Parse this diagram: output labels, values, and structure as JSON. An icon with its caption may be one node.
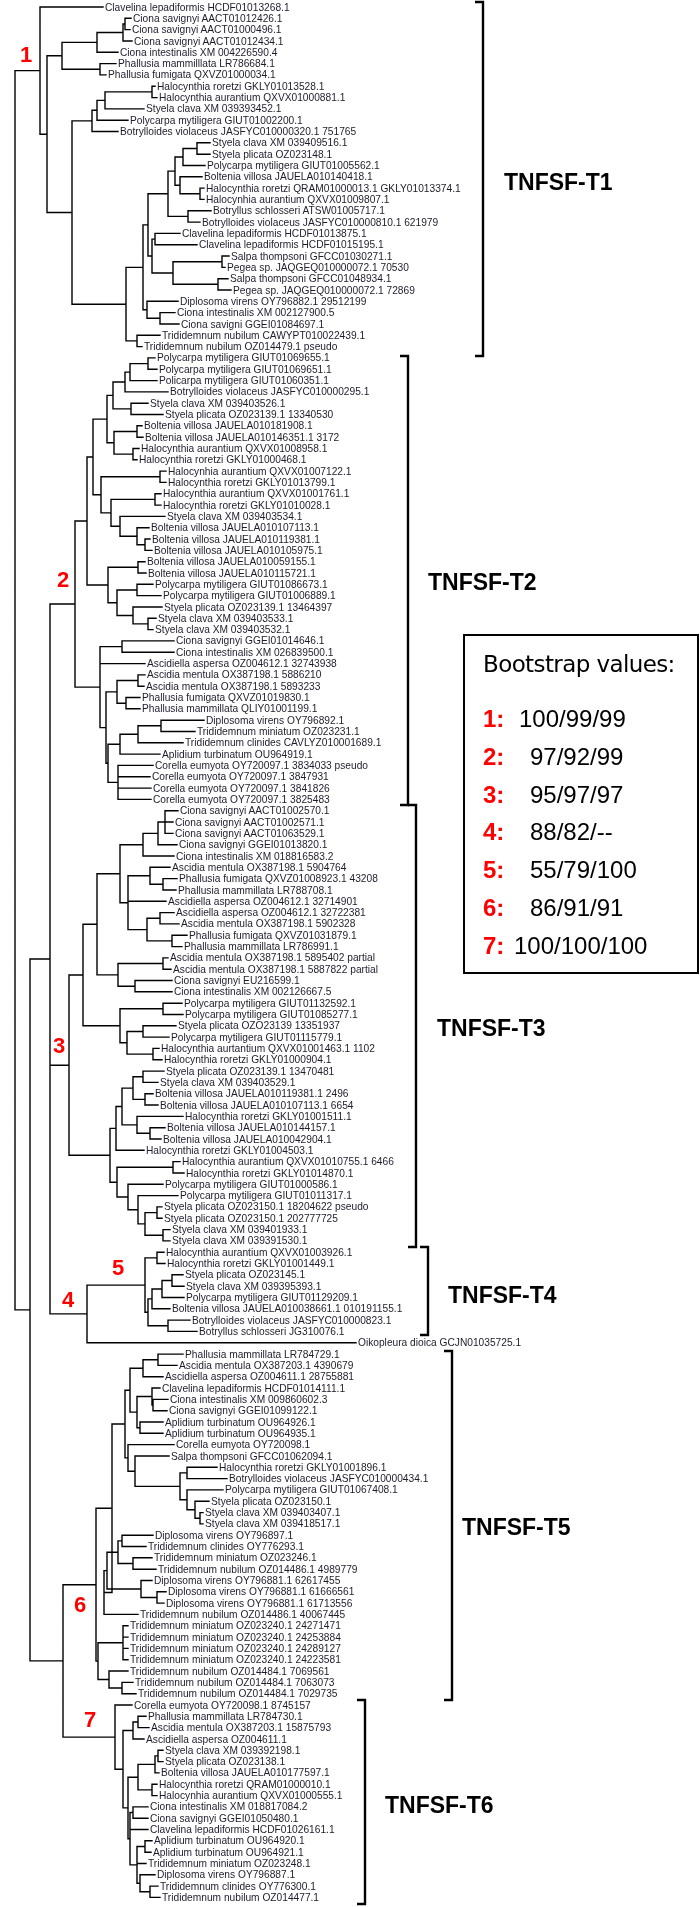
{
  "diagram": {
    "nodes": [
      {
        "text": [
          "Bootstrap values:",
          "1:",
          "100/99/99",
          "2:",
          "97/92/99",
          "3:",
          "95/97/97",
          "4:",
          "88/82/--",
          "5:",
          "55/79/100",
          "6:",
          "86/91/91",
          "7:",
          "100/100/100"
        ]
      }
    ],
    "labels": [
      "Clavelina lepadiformis HCDF01013268.1",
      "Ciona savignyi AACT01012426.1",
      "Ciona savignyi AACT01000496.1",
      "Ciona savignyi AACT01012434.1",
      "Ciona intestinalis XM 004226590.4",
      "Phallusia mammilllata LR786684.1",
      "Phallusia fumigata QXVZ01000034.1",
      "Halocynthia roretzi GKLY01013528.1",
      "Halocynthia aurantium QXVX01000881.1",
      "Styela clava XM 039393452.1",
      "Polycarpa mytiligera GIUT01002200.1",
      "Botrylloides violaceus JASFYC010000320.1 751765",
      "Styela clava XM 039409516.1",
      "Styela plicata OZ023148.1",
      "Polycarpa mytiligera GIUT01005562.1",
      "Boltenia villosa JAUELA010140418.1",
      "Halocynthia roretzi QRAM01000013.1 GKLY01013374.1",
      "Halocynhia aurantium QXVX01009807.1",
      "Botryllus schlosseri ATSW01005717.1",
      "Botrylloides violaceus JASFYC010000810.1 621979",
      "Clavelina lepadiformis HCDF01013875.1",
      "Clavelina lepadiformis HCDF01015195.1",
      "Salpa thompsoni GFCC01030271.1",
      "Pegea sp. JAQGEQ010000072.1 70530",
      "Salpa thompsoni GFCC01048934.1",
      "Pegea sp. JAQGEQ010000072.1 72869",
      "Diplosoma virens OY796882.1 29512199",
      "Ciona intestinalis XM 002127900.5",
      "Ciona savigni GGEI01084697.1",
      "Trididemnum nubilum CAWYPT010022439.1",
      "Trididemnum nubilum OZ014479.1 pseudo",
      "Polycarpa mytiligera GIUT01069655.1",
      "Polycarpa mytiligera GIUT01069651.1",
      "Policarpa mytiligera GIUT01060351.1",
      "Botrylloides violaceus JASFYC010000295.1",
      "Styela clava XM 039403526.1",
      "Styela plicata OZ023139.1 13340530",
      "Boltenia villosa JAUELA010181908.1",
      "Boltenia villosa JAUELA010146351.1 3172",
      "Halocynthia aurantium QXVX01008958.1",
      "Halocynthia roretzi GKLY01000468.1",
      "Halocynhia aurantium QXVX01007122.1",
      "Halocynthia roretzi GKLY01013799.1",
      "Halocynthia aurantium QXVX01001761.1",
      "Halocynthia roretzi GKLY01010028.1",
      "Styela clava XM 039403534.1",
      "Boltenia villosa JAUELA010107113.1",
      "Boltenia villosa JAUELA010119381.1",
      "Boltenia villosa JAUELA010105975.1",
      "Boltenia villosa JAUELA010059155.1",
      "Boltenia villosa JAUELA010115721.1",
      "Polycarpa mytiligera GIUT01086673.1",
      "Polycarpa mytiligera GIUT01006889.1",
      "Styela plicata OZ023139.1 13464397",
      "Styela clava XM 039403533.1",
      "Styela clava XM 039403532.1",
      "Ciona savignyi GGEI01014646.1",
      "Ciona intestinalis XM 026839500.1",
      "Ascidiella aspersa OZ004612.1 32743938",
      "Ascidia mentula OX387198.1 5886210",
      "Ascidia mentula OX387198.1 5893233",
      "Phallusia fumigata QXVZ01019830.1",
      "Phallusia mammillata QLIY01001199.1",
      "Diplosoma virens OY796892.1",
      "Trididemnum miniatum OZ023231.1",
      "Trididemnum clinides CAVLYZ010001689.1",
      "Aplidium turbinatum OU964919.1",
      "Corella eumyota OY720097.1 3834033 pseudo",
      "Corella eumyota OY720097.1 3847931",
      "Corella eumyota OY720097.1 3841826",
      "Corella eumyota OY720097.1 3825483",
      "Ciona savignyi AACT01002570.1",
      "Ciona savignyi AACT01002571.1",
      "Ciona savignyi AACT01063529.1",
      "Ciona savignyi GGEI01013820.1",
      "Ciona intestinalis XM 018816583.2",
      "Ascidia mentula OX387198.1 5904764",
      "Phallusia fumigata QXVZ01008923.1 43208",
      "Phallusia mammillata LR788708.1",
      "Ascidiella aspersa OZ004612.1 32714901",
      "Ascidiella aspersa OZ004612.1 32722381",
      "Ascidia mentula OX387198.1 5902328",
      "Phallusia fumigata QXVZ01031879.1",
      "Phallusia mammillata LR786991.1",
      "Ascidia mentula OX387198.1 5895402 partial",
      "Ascidia mentula OX387198.1 5887822 partial",
      "Ciona savignyi EU216599.1",
      "Ciona intestinalis XM 002126667.5",
      "Polycarpa mytiligera GIUT01132592.1",
      "Polycarpa mytiligera GIUT01085277.1",
      "Styela plicata OZO23139 13351937",
      "Polycarpa mytiligera GIUT01115779.1",
      "Halocynthia aurtantium QXVX01001463.1 1102",
      "Halocynthia roretzi GKLY01000904.1",
      "Styela plicata OZ023139.1 13470481",
      "Styela clava XM 039403529.1",
      "Boltenia villosa JAUELA010119381.1 2496",
      "Boltenia villosa JAUELA010107113.1 6654",
      "Halocynthia roretzi GKLY01001511.1",
      "Boltenia villosa JAUELA010144157.1",
      "Boltenia villosa JAUELA010042904.1",
      "Halocynthia roretzi GKLY01004503.1",
      "Halocynthia aurantium QXVX01010755.1 6466",
      "Halocynthia roretzi GKLY01014870.1",
      "Polycarpa mytiligera GIUT01000586.1",
      "Polycarpa mytiligera GIUT01011317.1",
      "Styela plicata OZ023150.1 18204622 pseudo",
      "Styela plicata OZ023150.1 202777725",
      "Styela clava XM 039401933.1",
      "Styela clava XM 039391530.1",
      "Halocynthia aurantium QXVX01003926.1",
      "Halocynthia roretzi GKLY01001449.1",
      "Styela plicata OZ023145.1",
      "Styela clava XM 039395393.1",
      "Polycarpa mytiligera GIUT01129209.1",
      "Boltenia villosa JAUELA010038661.1 010191155.1",
      "Botrylloides violaceus JASFYC010000823.1",
      "Botryllus schlosseri JG310076.1",
      "Oikopleura dioica GCJN01035725.1",
      "Phallusia mammillata LR784729.1",
      "Ascidia mentula OX387203.1 4390679",
      "Ascidiella aspersa OZ004611.1 28755881",
      "Clavelina lepadiformis HCDF01014111.1",
      "Ciona intestinalis XM 009860602.3",
      "Ciona savignyi GGEI01099122.1",
      "Aplidium turbinatum OU964926.1",
      "Aplidium turbinatum OU964935.1",
      "Corella eumyota OY720098.1",
      "Salpa thompsoni GFCC01062094.1",
      "Halocynthia roretzi GKLY01001896.1",
      "Botrylloides violaceus JASFYC010000434.1",
      "Polycarpa mytiligera GIUT01067408.1",
      "Styela plicata OZ023150.1",
      "Styela clava XM 039403407.1",
      "Styela clava XM 039418517.1",
      "Diplosoma virens OY796897.1",
      "Trididemnum clinides OY776293.1",
      "Trididemnum miniatum OZ023246.1",
      "Trididemnum nubilum OZ014486.1 4989779",
      "Diplosoma virens OY796881.1 62617455",
      "Diplosoma virens OY796881.1 61666561",
      "Diplosoma virens OY796881.1 61713556",
      "Trididemnum nubilum OZ014486.1 40067445",
      "Trididemnum miniatum OZ023240.1 24271471",
      "Trididemnum miniatum OZ023240.1 24253884",
      "Trididemnum miniatum OZ023240.1 24289127",
      "Trididemnum miniatum OZ023240.1 24223581",
      "Trididemnum nubilum OZ014484.1 7069561",
      "Trididemnum nubilum OZ014484.1 7063073",
      "Trididemnum nubilum OZ014484.1 7029735",
      "Corella eumyota OY720098.1 8745157",
      "Phallusia mammillata LR784730.1",
      "Ascidia mentula OX387203.1 15875793",
      "Ascidiella aspersa OZ004611.1",
      "Styela clava XM 039392198.1",
      "Styela plicata OZ023138.1",
      "Boltenia villosa JAUELA010177597.1",
      "Halocynthia roretzi QRAM01000010.1",
      "Halocynhia aurantium QXVX01000555.1",
      "Ciona intestinalis XM 018817084.2",
      "Ciona savignyi GGEI01050480.1",
      "Clavelina lepadiformis HCDF01026161.1",
      "Aplidium turbinatum OU964920.1",
      "Aplidium turbinatum OU964921.1",
      "Trididemnum miniatum OZ023248.1",
      "Diplosoma virens OY796887.1",
      "Trididemnum clinides OY776300.1",
      "Trididemnum nubilum OZ014477.1",
      "TNFSF-T1",
      "TNFSF-T2",
      "TNFSF-T3",
      "TNFSF-T4",
      "TNFSF-T5",
      "TNFSF-T6",
      "1",
      "2",
      "3",
      "4",
      "5",
      "6",
      "7"
    ]
  }
}
